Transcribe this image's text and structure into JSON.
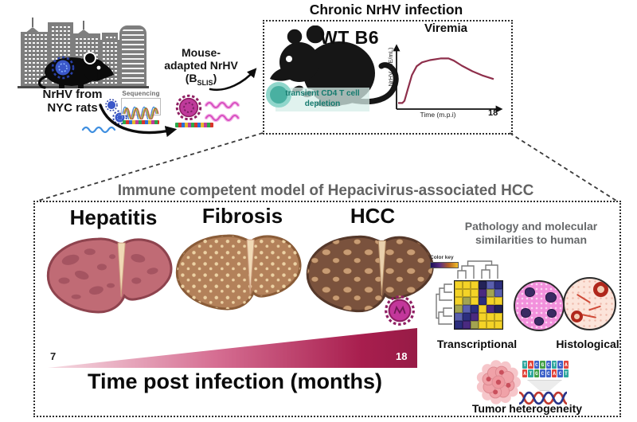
{
  "source_panel": {
    "rats_line1": "NrHV from",
    "rats_line2": "NYC rats",
    "sequencing_label": "Sequencing",
    "adapted_line1": "Mouse-",
    "adapted_line2": "adapted NrHV",
    "adapted_open": "(B",
    "adapted_sub": "SLIS",
    "adapted_close": ")"
  },
  "infection_box": {
    "title": "Chronic NrHV infection",
    "strain": "WT B6",
    "depletion_line1": "transient CD4 T cell",
    "depletion_line2": "depletion",
    "viremia": {
      "title": "Viremia",
      "ylabel": "NrHV (GE/mL)",
      "xlabel": "Time (m.p.i)",
      "xmax": "18"
    }
  },
  "model_box": {
    "title": "Immune competent model of Hepacivirus-associated HCC",
    "stage_labels": [
      "Hepatitis",
      "Fibrosis",
      "HCC"
    ],
    "timeline_start": "7",
    "timeline_end": "18",
    "timeline_label": "Time post infection (months)"
  },
  "similarity_panel": {
    "title": "Pathology and molecular similarities to human",
    "color_key": "Color key",
    "transcriptional_label": "Transcriptional",
    "histological_label": "Histological",
    "tumor_label": "Tumor heterogeneity",
    "sequence_rows": [
      "TACGCTCA",
      "ATGCCACT"
    ],
    "nucleotide_colors": {
      "A": "#e2443b",
      "T": "#2fa79e",
      "G": "#43a047",
      "C": "#3f63c9"
    }
  },
  "colors": {
    "viremia_curve": "#8e2f4b",
    "virus_blue": "#3a57c9",
    "virus_pink": "#bf3a9b",
    "timeline_start": "#f6dce3",
    "timeline_end": "#971b46"
  },
  "chart_data": [
    {
      "type": "line",
      "title": "Viremia",
      "xlabel": "Time (m.p.i)",
      "ylabel": "NrHV (GE/mL)",
      "xlim": [
        0,
        18
      ],
      "ylim": [
        0,
        100
      ],
      "x_tick_labels": [
        "18"
      ],
      "x": [
        0,
        0.8,
        1.2,
        1.8,
        2.6,
        3.5,
        4.5,
        6,
        8,
        9.5,
        10.5,
        12,
        14,
        16,
        18
      ],
      "y": [
        8,
        8,
        12,
        32,
        58,
        74,
        81,
        85,
        88,
        88,
        84,
        75,
        65,
        57,
        51
      ],
      "line_color": "#8e2f4b",
      "legend_position": "none",
      "grid": false
    },
    {
      "type": "heatmap",
      "title": "Transcriptional",
      "legend": "Color key",
      "grid": [
        [
          "#f4d327",
          "#f4d327",
          "#f4d327",
          "#232257",
          "#5a5fae",
          "#2c2e7e"
        ],
        [
          "#f4d327",
          "#f4d327",
          "#f4d327",
          "#4a2a80",
          "#a3a451",
          "#5a5fae"
        ],
        [
          "#f4d327",
          "#a3a451",
          "#f4d327",
          "#2c2e7e",
          "#f4d327",
          "#f4d327"
        ],
        [
          "#a3a451",
          "#5a5fae",
          "#2c2e7e",
          "#f4d327",
          "#4a2a80",
          "#232257"
        ],
        [
          "#5a5fae",
          "#2c2e7e",
          "#4a2a80",
          "#f4d327",
          "#f4d327",
          "#f4d327"
        ],
        [
          "#2c2e7e",
          "#4a2a80",
          "#a3a451",
          "#f4d327",
          "#f4d327",
          "#f4d327"
        ]
      ]
    },
    {
      "type": "gradient-timeline",
      "title": "Time post infection (months)",
      "start": 7,
      "end": 18,
      "gradient": [
        "#f6dce3",
        "#971b46"
      ]
    }
  ]
}
